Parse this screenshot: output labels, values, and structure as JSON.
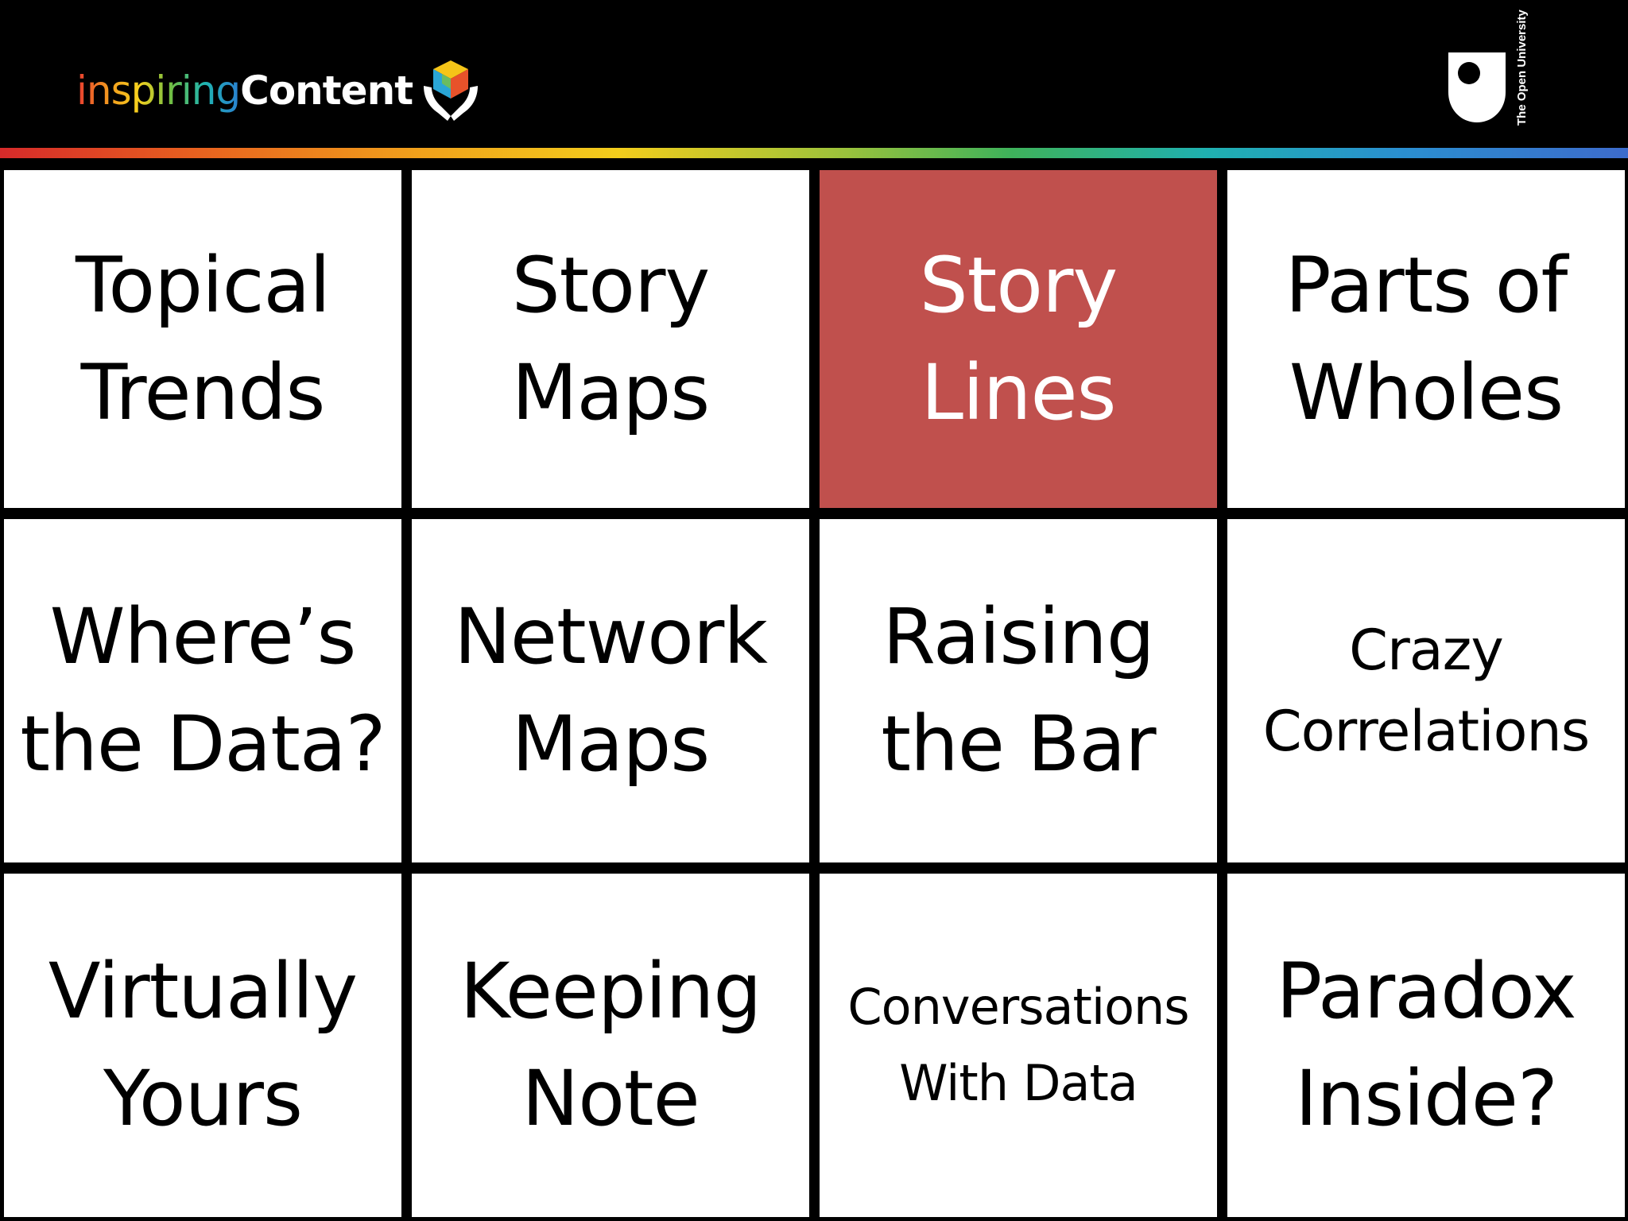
{
  "header": {
    "logo": {
      "text_part1": "inspiring",
      "text_part2": "Content",
      "icon": "cube-in-hands-icon"
    },
    "university_logo": {
      "icon": "open-university-shield-icon",
      "text": "The Open University"
    }
  },
  "colors": {
    "background": "#000000",
    "tile": "#ffffff",
    "selected_tile": "#c0504d",
    "tile_text": "#000000",
    "selected_text": "#ffffff"
  },
  "tiles": [
    {
      "label": "Topical\nTrends",
      "selected": false
    },
    {
      "label": "Story\nMaps",
      "selected": false
    },
    {
      "label": "Story\nLines",
      "selected": true
    },
    {
      "label": "Parts of\nWholes",
      "selected": false
    },
    {
      "label": "Where’s\nthe Data?",
      "selected": false
    },
    {
      "label": "Network\nMaps",
      "selected": false
    },
    {
      "label": "Raising\nthe Bar",
      "selected": false
    },
    {
      "label": "Crazy\nCorrelations",
      "selected": false
    },
    {
      "label": "Virtually\nYours",
      "selected": false
    },
    {
      "label": "Keeping\nNote",
      "selected": false
    },
    {
      "label": "Conversations\nWith Data",
      "selected": false
    },
    {
      "label": "Paradox\nInside?",
      "selected": false
    }
  ]
}
